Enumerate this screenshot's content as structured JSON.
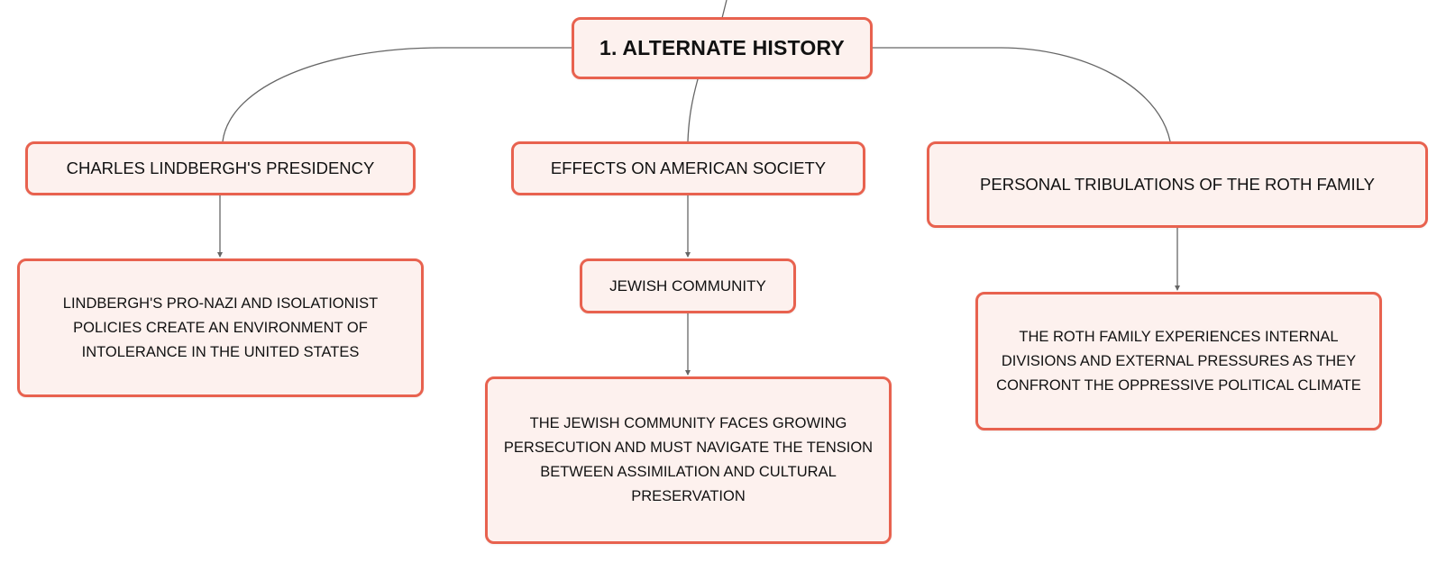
{
  "diagram": {
    "root": {
      "label": "1. ALTERNATE HISTORY"
    },
    "branches": [
      {
        "label": "CHARLES LINDBERGH'S PRESIDENCY",
        "children": [
          {
            "label": "LINDBERGH'S PRO-NAZI AND ISOLATIONIST POLICIES CREATE AN ENVIRONMENT OF INTOLERANCE IN THE UNITED STATES"
          }
        ]
      },
      {
        "label": "EFFECTS ON AMERICAN SOCIETY",
        "children": [
          {
            "label": "JEWISH COMMUNITY",
            "children": [
              {
                "label": "THE JEWISH COMMUNITY FACES GROWING PERSECUTION AND MUST NAVIGATE THE TENSION BETWEEN ASSIMILATION AND CULTURAL PRESERVATION"
              }
            ]
          }
        ]
      },
      {
        "label": "PERSONAL TRIBULATIONS OF THE ROTH FAMILY",
        "children": [
          {
            "label": "THE ROTH FAMILY EXPERIENCES INTERNAL DIVISIONS AND EXTERNAL PRESSURES AS THEY CONFRONT THE OPPRESSIVE POLITICAL CLIMATE"
          }
        ]
      }
    ],
    "colors": {
      "node_border": "#e8624f",
      "node_fill": "#fdf1ee",
      "connector": "#666666",
      "text": "#111111"
    }
  }
}
